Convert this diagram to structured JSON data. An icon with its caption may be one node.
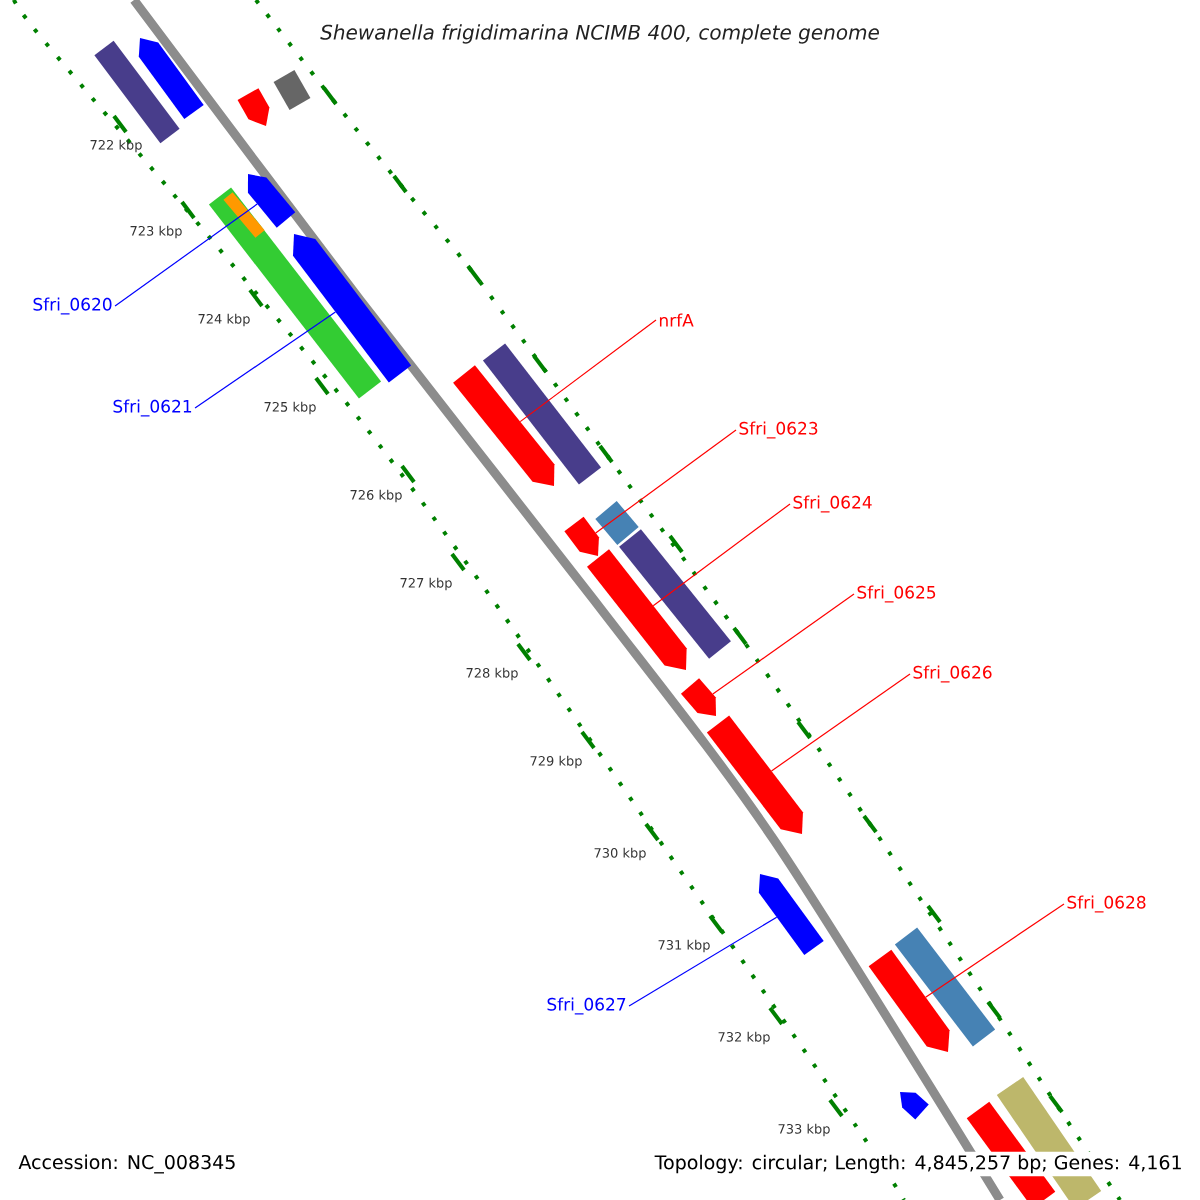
{
  "diagram": {
    "title": "Shewanella frigidimarina NCIMB 400, complete genome",
    "nodes": [
      {
        "text": [
          "Sfri_0620"
        ]
      },
      {
        "text": [
          "Sfri_0621"
        ]
      },
      {
        "text": [
          "nrfA"
        ]
      },
      {
        "text": [
          "Sfri_0623"
        ]
      },
      {
        "text": [
          "Sfri_0624"
        ]
      },
      {
        "text": [
          "Sfri_0625"
        ]
      },
      {
        "text": [
          "Sfri_0626"
        ]
      },
      {
        "text": [
          "Sfri_0627"
        ]
      },
      {
        "text": [
          "Sfri_0628"
        ]
      },
      {
        "text": [],
        "shape": "bar"
      },
      {
        "text": [],
        "shape": "pentagon"
      },
      {
        "text": [],
        "shape": "pentagon"
      },
      {
        "text": [],
        "shape": "bar"
      },
      {
        "text": [],
        "shape": "bar"
      },
      {
        "text": [],
        "shape": "bar",
        "in": 13
      },
      {
        "text": [],
        "shape": "pentagon"
      },
      {
        "text": [],
        "shape": "pentagon"
      },
      {
        "text": [],
        "shape": "pentagon"
      },
      {
        "text": [],
        "shape": "bar"
      },
      {
        "text": [],
        "shape": "pentagon"
      },
      {
        "text": [],
        "shape": "bar"
      },
      {
        "text": [],
        "shape": "pentagon"
      },
      {
        "text": [],
        "shape": "bar"
      },
      {
        "text": [],
        "shape": "pentagon"
      },
      {
        "text": [],
        "shape": "pentagon"
      },
      {
        "text": [],
        "shape": "pentagon"
      },
      {
        "text": [],
        "shape": "pentagon"
      },
      {
        "text": [],
        "shape": "bar"
      },
      {
        "text": [],
        "shape": "pentagon"
      },
      {
        "text": [],
        "shape": "bar"
      },
      {
        "text": [],
        "shape": "bar"
      }
    ],
    "edges": [
      {
        "from": 0,
        "to": 15,
        "arrow": "none",
        "color": "#0000ff"
      },
      {
        "from": 1,
        "to": 16,
        "arrow": "none",
        "color": "#0000ff"
      },
      {
        "from": 2,
        "to": 17,
        "arrow": "none"
      },
      {
        "from": 3,
        "to": 19,
        "arrow": "none"
      },
      {
        "from": 4,
        "to": 21,
        "arrow": "none"
      },
      {
        "from": 5,
        "to": 23,
        "arrow": "none"
      },
      {
        "from": 6,
        "to": 24,
        "arrow": "none"
      },
      {
        "from": 7,
        "to": 25,
        "arrow": "none",
        "color": "#0000ff"
      },
      {
        "from": 8,
        "to": 26,
        "arrow": "none"
      }
    ],
    "labels": [
      "722 kbp",
      "723 kbp",
      "724 kbp",
      "725 kbp",
      "726 kbp",
      "727 kbp",
      "728 kbp",
      "729 kbp",
      "730 kbp",
      "731 kbp",
      "732 kbp",
      "733 kbp",
      "Accession: NC_008345",
      "Topology: circular; Length: 4,845,257 bp; Genes: 4,161"
    ]
  }
}
